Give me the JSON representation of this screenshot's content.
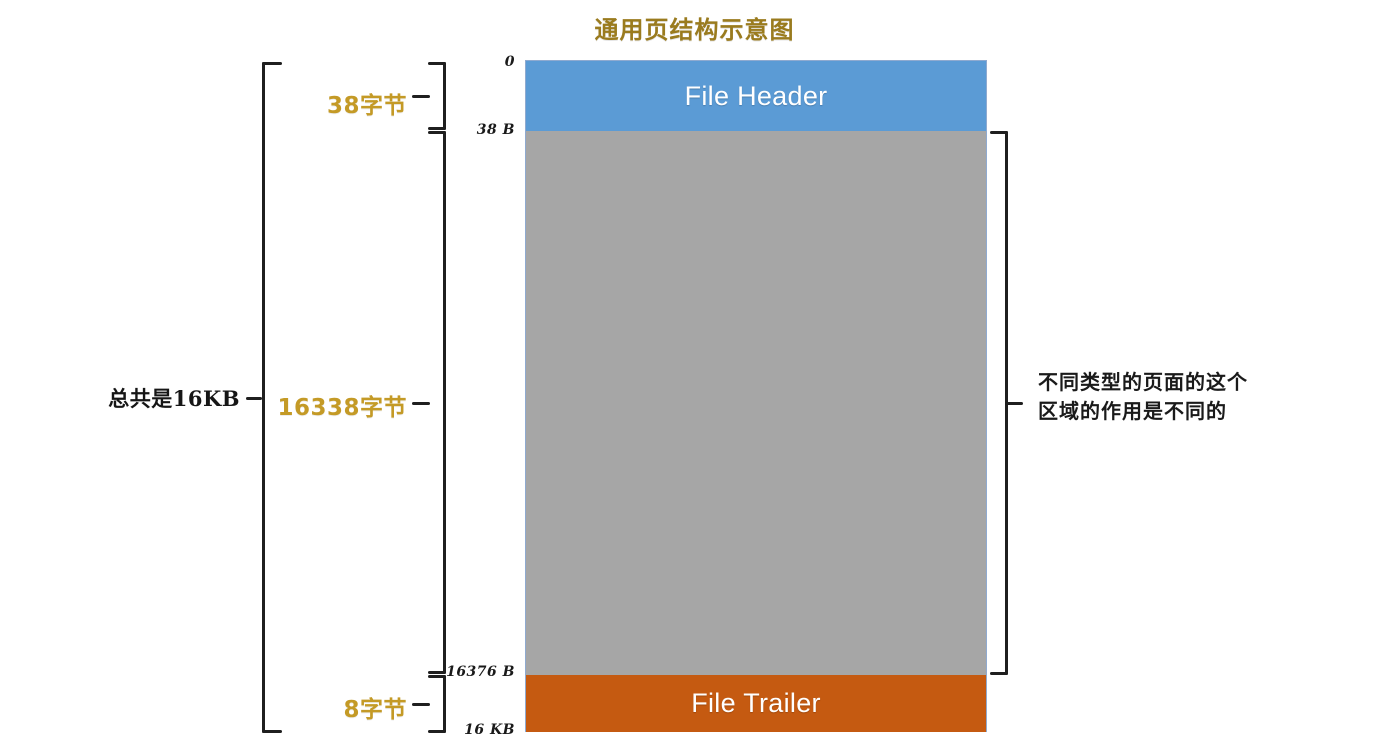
{
  "title": "通用页结构示意图",
  "colors": {
    "title": "#9a7b1e",
    "gold_label": "#c49a26",
    "file_header_bg": "#5b9bd5",
    "body_bg": "#a6a6a6",
    "file_trailer_bg": "#c55a11",
    "brace": "#1f1f1f",
    "segment_text": "#ffffff"
  },
  "page_box": {
    "segments": [
      {
        "id": "file-header",
        "label": "File Header",
        "size_bytes": 38,
        "color": "#5b9bd5"
      },
      {
        "id": "body",
        "label": "",
        "size_bytes": 16338,
        "color": "#a6a6a6"
      },
      {
        "id": "file-trailer",
        "label": "File Trailer",
        "size_bytes": 8,
        "color": "#c55a11"
      }
    ]
  },
  "offsets": [
    {
      "id": "offset-0",
      "text": "0"
    },
    {
      "id": "offset-38b",
      "text": "38 B"
    },
    {
      "id": "offset-16376b",
      "text": "16376 B"
    },
    {
      "id": "offset-16kb",
      "text": "16 KB"
    }
  ],
  "size_labels": {
    "file_header": "38字节",
    "body": "16338字节",
    "file_trailer": "8字节"
  },
  "total_label": "总共是16KB",
  "body_note": {
    "line1": "不同类型的页面的这个",
    "line2": "区域的作用是不同的"
  }
}
